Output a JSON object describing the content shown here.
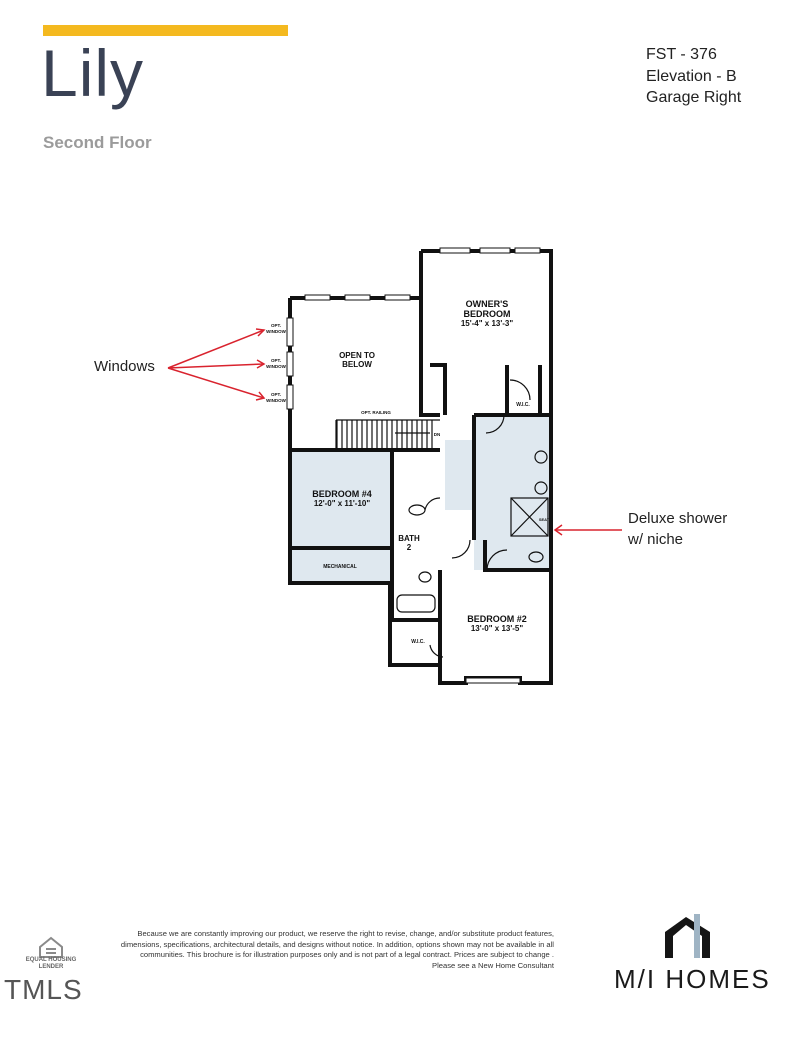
{
  "header": {
    "title": "Lily",
    "subtitle": "Second Floor",
    "plan_code": "FST - 376",
    "elevation": "Elevation - B",
    "garage": "Garage Right",
    "accent_color": "#f4b91f"
  },
  "floorplan": {
    "rooms": [
      {
        "name": "OWNER'S",
        "name2": "BEDROOM",
        "size": "15'-4\" x 13'-3\""
      },
      {
        "name": "OPEN TO",
        "name2": "BELOW"
      },
      {
        "name": "BEDROOM #4",
        "size": "12'-0\" x 11'-10\""
      },
      {
        "name": "BEDROOM #2",
        "size": "13'-0\" x 13'-5\""
      },
      {
        "name": "BATH",
        "name2": "2"
      },
      {
        "name": "MECHANICAL"
      },
      {
        "name": "W.I.C."
      },
      {
        "name": "W.I.C."
      }
    ],
    "labels": {
      "opt_railing": "OPT. RAILING",
      "down": "DN",
      "seat": "SEAT",
      "opt": "OPT.",
      "window": "WINDOW"
    }
  },
  "annotations": {
    "windows": "Windows",
    "shower_line1": "Deluxe shower",
    "shower_line2": "w/ niche",
    "arrow_color": "#d9232e"
  },
  "footer": {
    "disclaimer": "Because we are constantly improving our product, we reserve the right to revise, change, and/or substitute product features, dimensions, specifications, architectural details, and designs without notice. In addition, options shown may not be available in all communities. This brochure is for illustration purposes only and is not part of a legal contract. Prices are subject to change . Please see a New Home Consultant",
    "equal_housing": "EQUAL HOUSING LENDER",
    "mls": "TMLS",
    "brand": "M/I HOMES"
  }
}
